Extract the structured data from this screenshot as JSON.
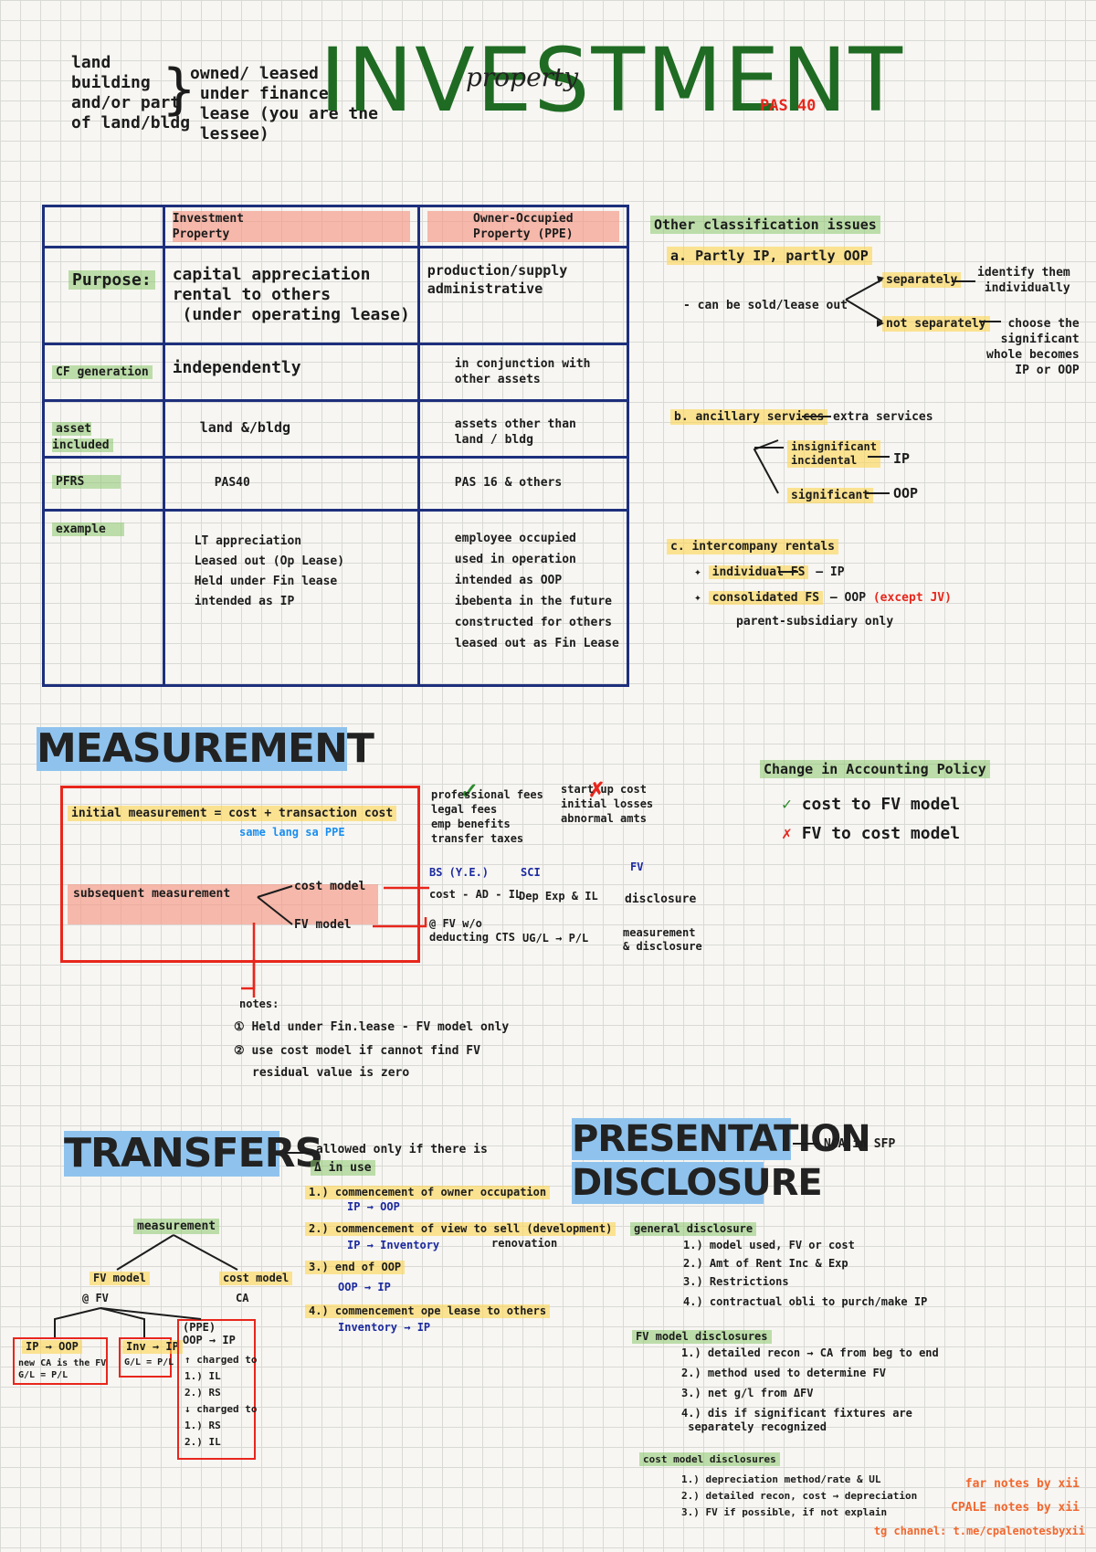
{
  "header": {
    "scope": "land\nbuilding\nand/or part\nof land/bldg",
    "owned": "owned/ leased\n under finance\n lease (you are the\n lessee)",
    "title": "INVESTMENT",
    "subtitle": "property",
    "standard": "PAS 40"
  },
  "table": {
    "col1": "Investment\nProperty",
    "col2": "Owner-Occupied\nProperty (PPE)",
    "rows": [
      {
        "label": "Purpose:",
        "ip": "capital appreciation\nrental to others\n (under operating lease)",
        "oop": "production/supply\nadministrative"
      },
      {
        "label": "CF generation",
        "ip": "independently",
        "oop": "in conjunction with\nother assets"
      },
      {
        "label": "asset included",
        "ip": "land &/bldg",
        "oop": "assets other than\nland / bldg"
      },
      {
        "label": "PFRS",
        "ip": "PAS40",
        "oop": "PAS 16 & others"
      },
      {
        "label": "example",
        "ip": "LT appreciation\nLeased out (Op Lease)\nHeld under Fin lease\nintended as IP",
        "oop": "employee occupied\nused in operation\nintended as OOP\nibebenta in the future\nconstructed for others\nleased out as Fin Lease"
      }
    ]
  },
  "other": {
    "title": "Other classification issues",
    "a_title": "a. Partly IP, partly OOP",
    "a_text": "- can be sold/lease out",
    "separately": "separately",
    "separately_desc": "identify them\nindividually",
    "not_separately": "not separately",
    "not_separately_desc": "choose the\nsignificant\nwhole becomes\nIP or OOP",
    "b_title": "b. ancillary services",
    "b_desc": "extra services",
    "insignificant": "insignificant\nincidental",
    "insignificant_res": "IP",
    "significant": "significant",
    "significant_res": "OOP",
    "c_title": "c. intercompany rentals",
    "c_ind": "individual FS",
    "c_ind_res": "IP",
    "c_cons": "consolidated FS",
    "c_cons_res": "OOP",
    "c_except": "(except JV)",
    "c_note": "parent-subsidiary only"
  },
  "measurement": {
    "title": "MEASUREMENT",
    "initial": "initial measurement = cost + transaction cost",
    "same": "same lang sa PPE",
    "incl": "professional fees\nlegal fees\nemp benefits\ntransfer taxes",
    "excl": "start up cost\ninitial losses\nabnormal amts",
    "subsequent": "subsequent measurement",
    "cost_model": "cost model",
    "fv_model": "FV model",
    "bs_h": "BS (Y.E.)",
    "sci_h": "SCI",
    "fv_h": "FV",
    "cost_bs": "cost - AD - IL",
    "cost_sci": "Dep Exp & IL",
    "cost_fv": "disclosure",
    "fv_bs": "@ FV w/o\ndeducting CTS",
    "fv_sci": "UG/L → P/L",
    "fv_fv": "measurement\n& disclosure",
    "notes_h": "notes:",
    "note1": "Held under Fin.lease - FV model only",
    "note2": "use cost model if cannot find FV",
    "note2b": "residual value is zero"
  },
  "policy": {
    "title": "Change in Accounting Policy",
    "ok": "cost to FV model",
    "no": "FV to cost model"
  },
  "transfers": {
    "title": "TRANSFERS",
    "allowed": "allowed only if there is",
    "delta": "Δ in use",
    "items": [
      {
        "t": "1.) commencement of owner occupation",
        "s": "IP → OOP"
      },
      {
        "t": "2.) commencement of view to sell (development)",
        "s": "IP → Inventory",
        "x": "renovation"
      },
      {
        "t": "3.) end of OOP",
        "s": "OOP → IP"
      },
      {
        "t": "4.) commencement ope lease to others",
        "s": "Inventory → IP"
      }
    ],
    "meas": "measurement",
    "fvm": "FV model",
    "fvm_at": "@ FV",
    "cm": "cost model",
    "cm_at": "CA",
    "box1_t": "IP → OOP",
    "box1": "new CA is the FV\nG/L = P/L",
    "box2_t": "Inv → IP",
    "box2": "G/L = P/L",
    "box3_t": "(PPE)\nOOP → IP",
    "box3": "↑ charged to\n1.) IL\n2.) RS\n↓ charged to\n1.) RS\n2.) IL"
  },
  "presentation": {
    "title1": "PRESENTATION",
    "title2": "DISCLOSURE",
    "nca": "NCA in SFP",
    "gen_h": "general disclosure",
    "gen": [
      "1.) model used, FV or cost",
      "2.) Amt of Rent Inc & Exp",
      "3.) Restrictions",
      "4.) contractual obli to purch/make IP"
    ],
    "fv_h": "FV model disclosures",
    "fv": [
      "1.) detailed recon → CA from beg to end",
      "2.) method used to determine FV",
      "3.) net g/l from ΔFV",
      "4.) dis if significant fixtures are\n separately recognized"
    ],
    "cm_h": "cost model disclosures",
    "cm": [
      "1.) depreciation method/rate & UL",
      "2.) detailed recon, cost → depreciation",
      "3.) FV if possible, if not explain"
    ]
  },
  "footer": {
    "l1": "far notes by xii",
    "l2": "CPALE notes by xii",
    "l3": "tg channel: t.me/cpalenotesbyxii"
  },
  "colors": {
    "title_green": "#1f6b23",
    "table_navy": "#1d2f7c",
    "accent_red": "#e8261c",
    "heading_blue": "#8fc3ee"
  }
}
